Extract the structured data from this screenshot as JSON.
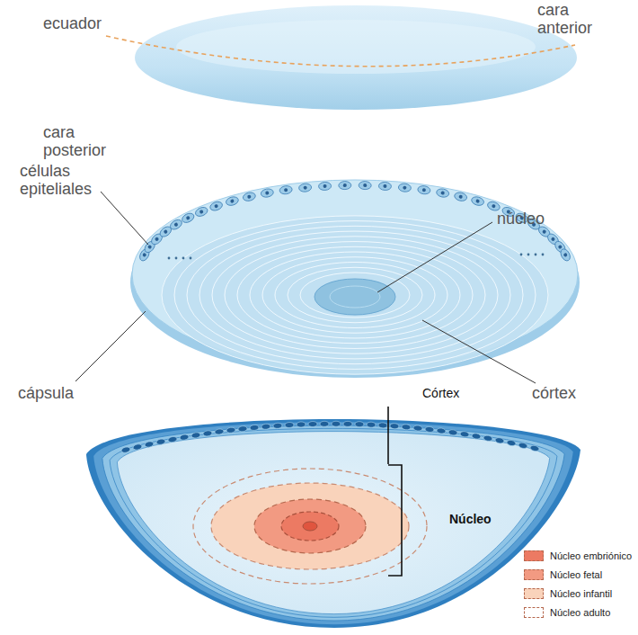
{
  "diagram": {
    "labels": [
      "cara anterior",
      "ecuador",
      "cara posterior",
      "células epiteliales",
      "núcleo",
      "cápsula",
      "córtex",
      "Córtex",
      "Núcleo"
    ],
    "legend": [
      {
        "text": "Núcleo embriónico",
        "color": "#ec7a63"
      },
      {
        "text": "Núcleo fetal",
        "color": "#f29a82"
      },
      {
        "text": "Núcleo infantil",
        "color": "#f9d3bb"
      },
      {
        "text": "Núcleo adulto",
        "color": "#ffffff"
      }
    ]
  }
}
